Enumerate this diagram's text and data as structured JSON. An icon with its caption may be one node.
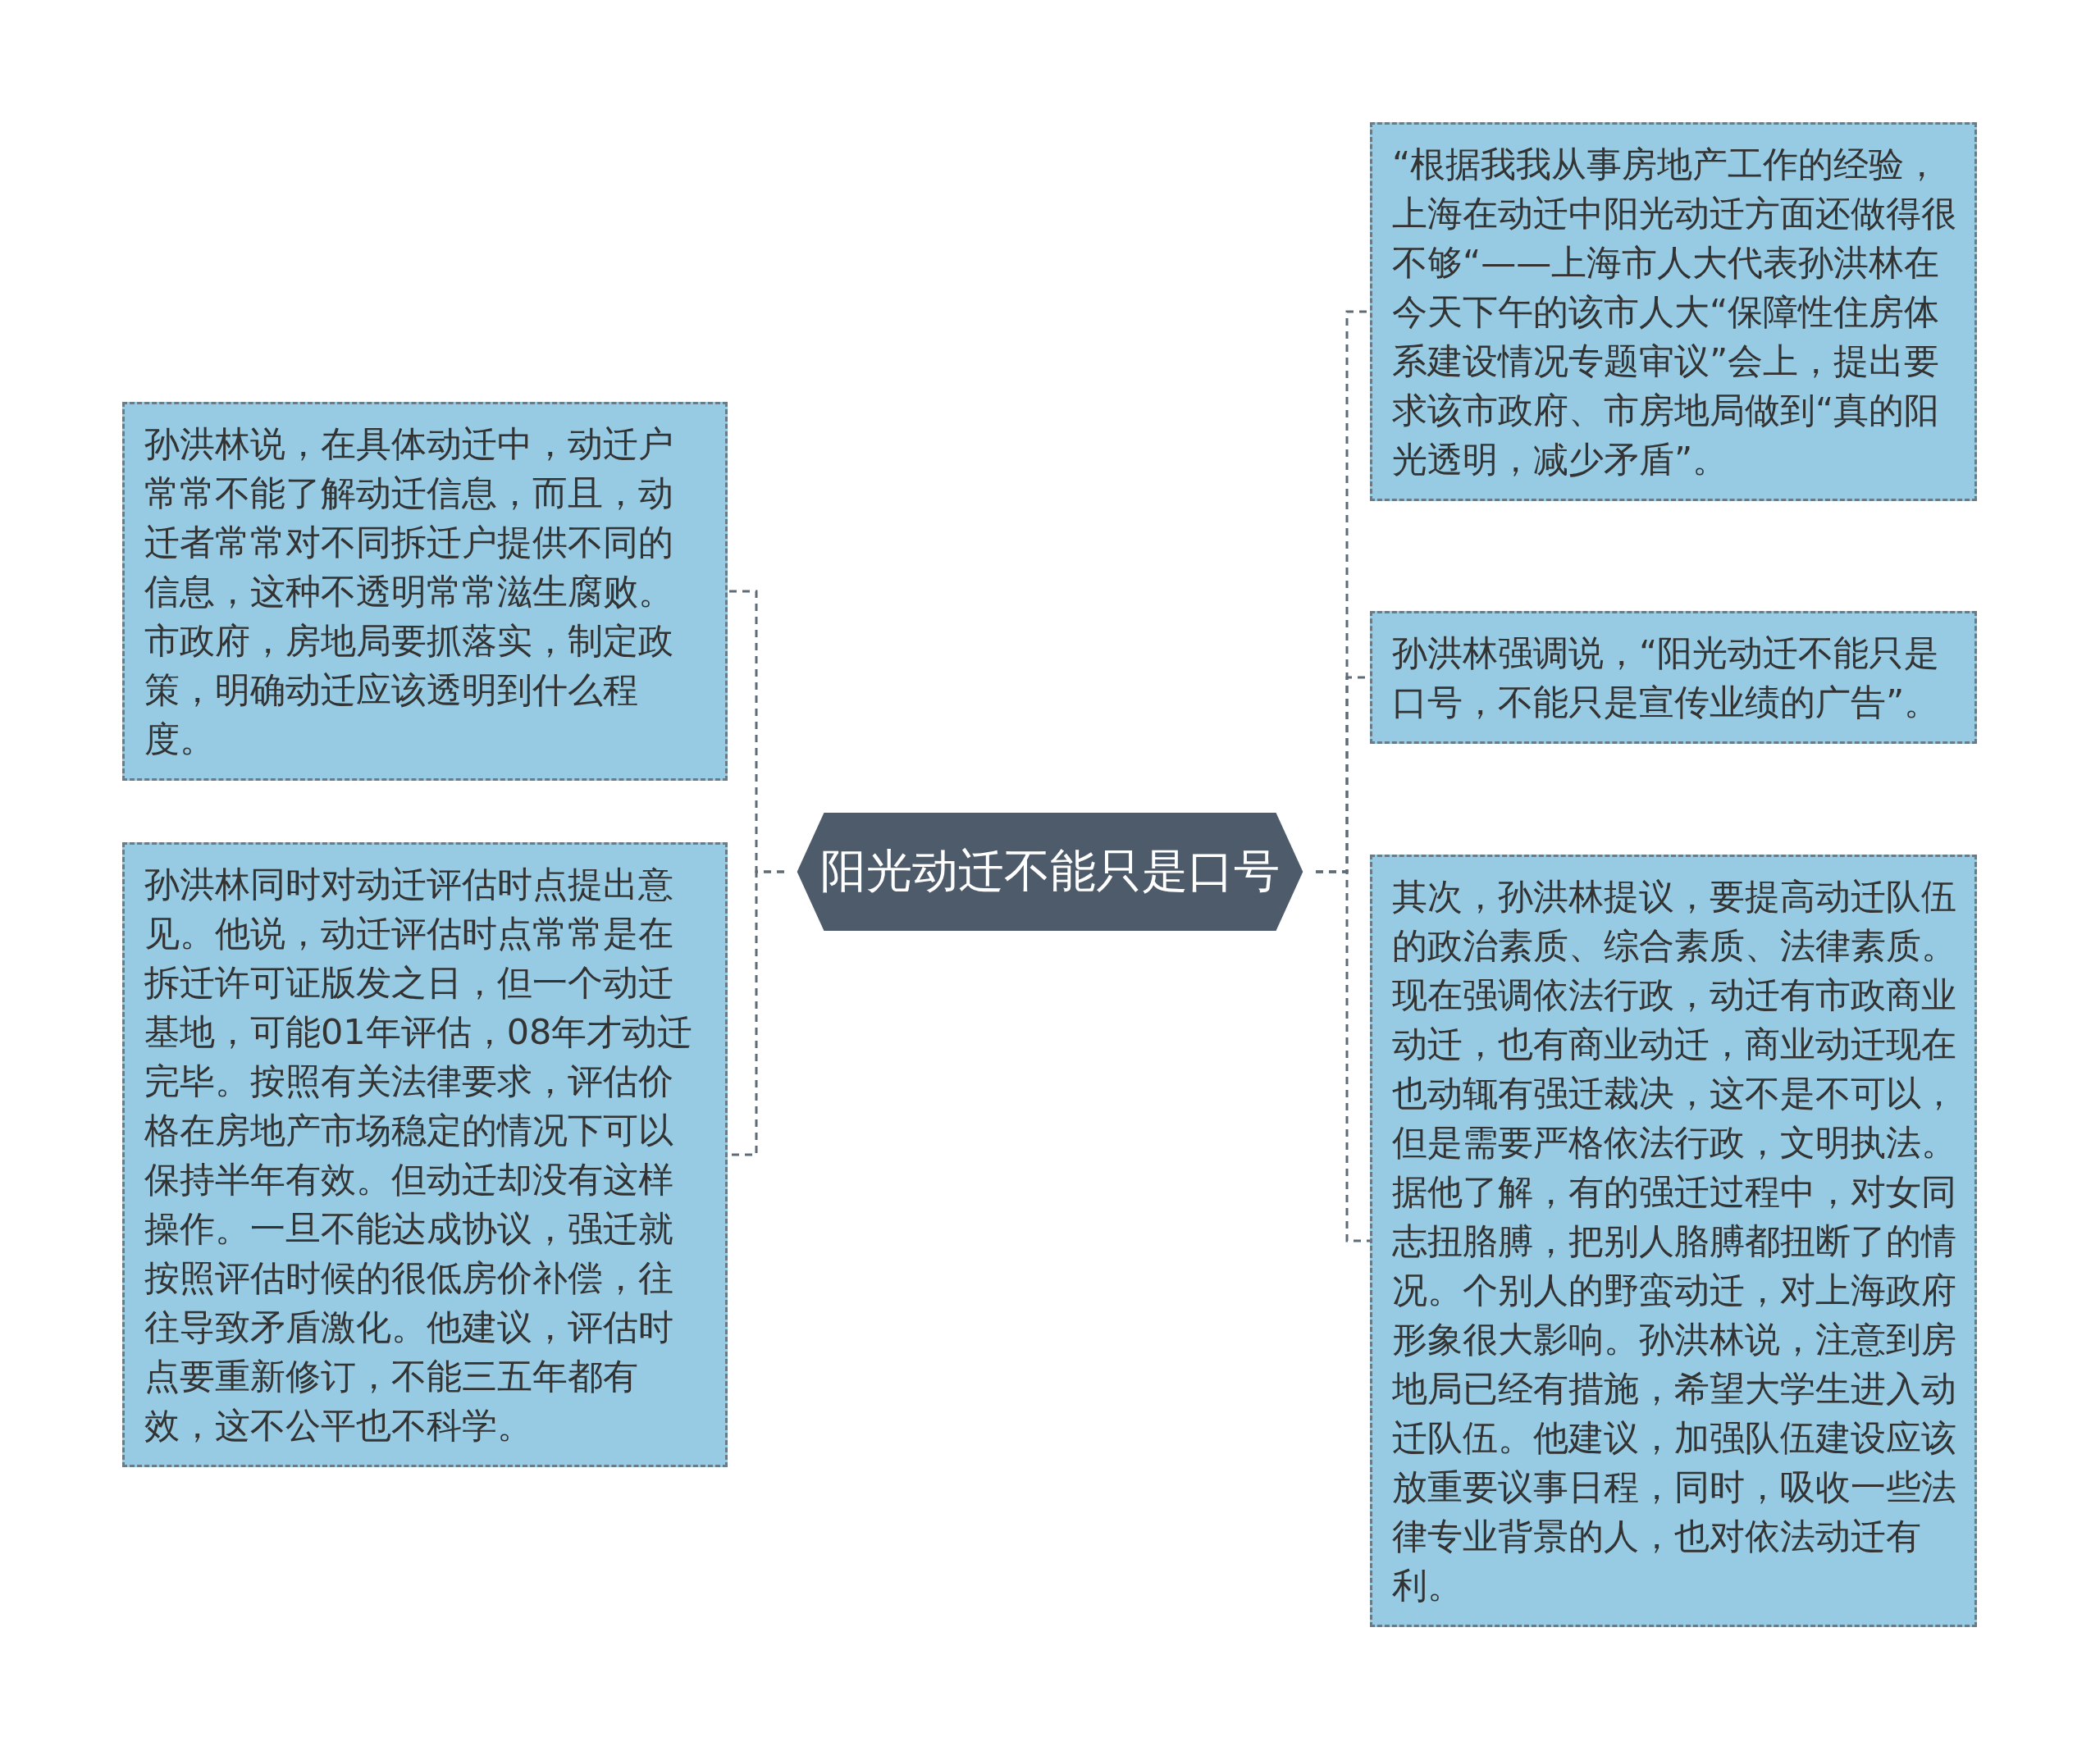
{
  "diagram": {
    "nodes": [
      {
        "text": [
          "阳光动迁不能只是口号"
        ]
      },
      {
        "text": [
          "孙洪林说，在具体动迁中，动迁户常常不能了解动迁信息，而且，动迁者常常对不同拆迁户提供不同的信息，这种不透明常常滋生腐败。市政府，房地局要抓落实，制定政策，明确动迁应该透明到什么程度。"
        ]
      },
      {
        "text": [
          "孙洪林同时对动迁评估时点提出意见。他说，动迁评估时点常常是在拆迁许可证版发之日，但一个动迁基地，可能01年评估，08年才动迁完毕。按照有关法律要求，评估价格在房地产市场稳定的情况下可以保持半年有效。但动迁却没有这样操作。一旦不能达成协议，强迁就按照评估时候的很低房价补偿，往往导致矛盾激化。他建议，评估时点要重新修订，不能三五年都有效，这不公平也不科学。"
        ]
      },
      {
        "text": [
          "“根据我我从事房地产工作的经验，上海在动迁中阳光动迁方面还做得很不够“——上海市人大代表孙洪林在今天下午的该市人大“保障性住房体系建设情况专题审议”会上，提出要求该市政府、市房地局做到“真的阳光透明，减少矛盾”。"
        ]
      },
      {
        "text": [
          "孙洪林强调说，“阳光动迁不能只是口号，不能只是宣传业绩的广告”。"
        ]
      },
      {
        "text": [
          "其次，孙洪林提议，要提高动迁队伍的政治素质、综合素质、法律素质。现在强调依法行政，动迁有市政商业动迁，也有商业动迁，商业动迁现在也动辄有强迁裁决，这不是不可以，但是需要严格依法行政，文明执法。据他了解，有的强迁过程中，对女同志扭胳膊，把别人胳膊都扭断了的情况。个别人的野蛮动迁，对上海政府形象很大影响。孙洪林说，注意到房地局已经有措施，希望大学生进入动迁队伍。他建议，加强队伍建设应该放重要议事日程，同时，吸收一些法律专业背景的人，也对依法动迁有利。"
        ]
      }
    ],
    "edges": [
      {
        "from": 0,
        "to": 1,
        "arrow": "none",
        "style": "dashed"
      },
      {
        "from": 0,
        "to": 2,
        "arrow": "none",
        "style": "dashed"
      },
      {
        "from": 0,
        "to": 3,
        "arrow": "none",
        "style": "dashed"
      },
      {
        "from": 0,
        "to": 4,
        "arrow": "none",
        "style": "dashed"
      },
      {
        "from": 0,
        "to": 5,
        "arrow": "none",
        "style": "dashed"
      }
    ]
  }
}
